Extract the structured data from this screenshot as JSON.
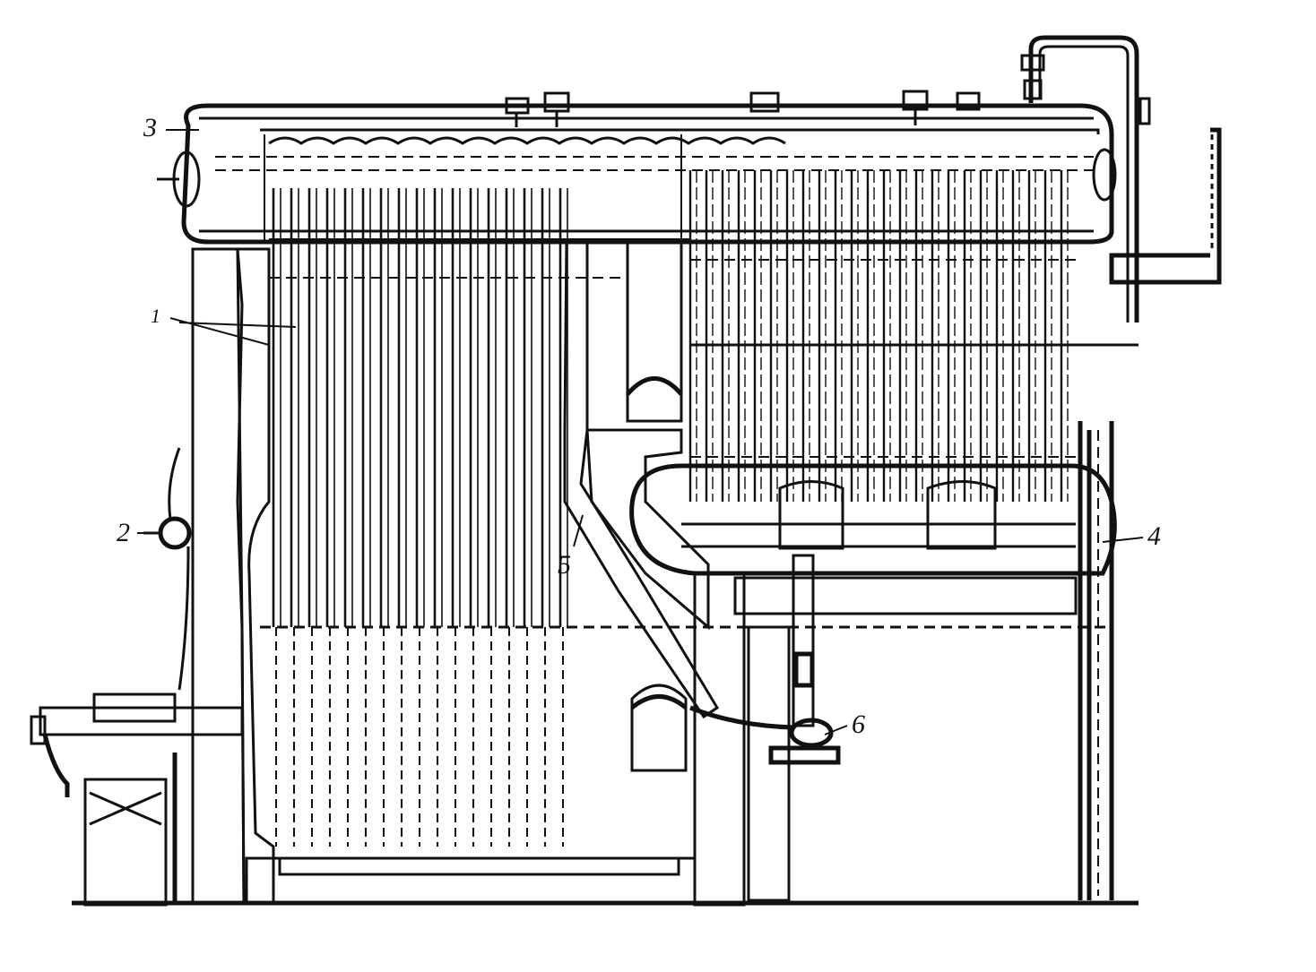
{
  "callouts": [
    {
      "id": "1",
      "text": "1"
    },
    {
      "id": "2",
      "text": "2"
    },
    {
      "id": "3",
      "text": "3"
    },
    {
      "id": "4",
      "text": "4"
    },
    {
      "id": "5",
      "text": "5"
    },
    {
      "id": "6",
      "text": "6"
    }
  ],
  "colors": {
    "ink": "#111111",
    "paper": "#ffffff"
  }
}
